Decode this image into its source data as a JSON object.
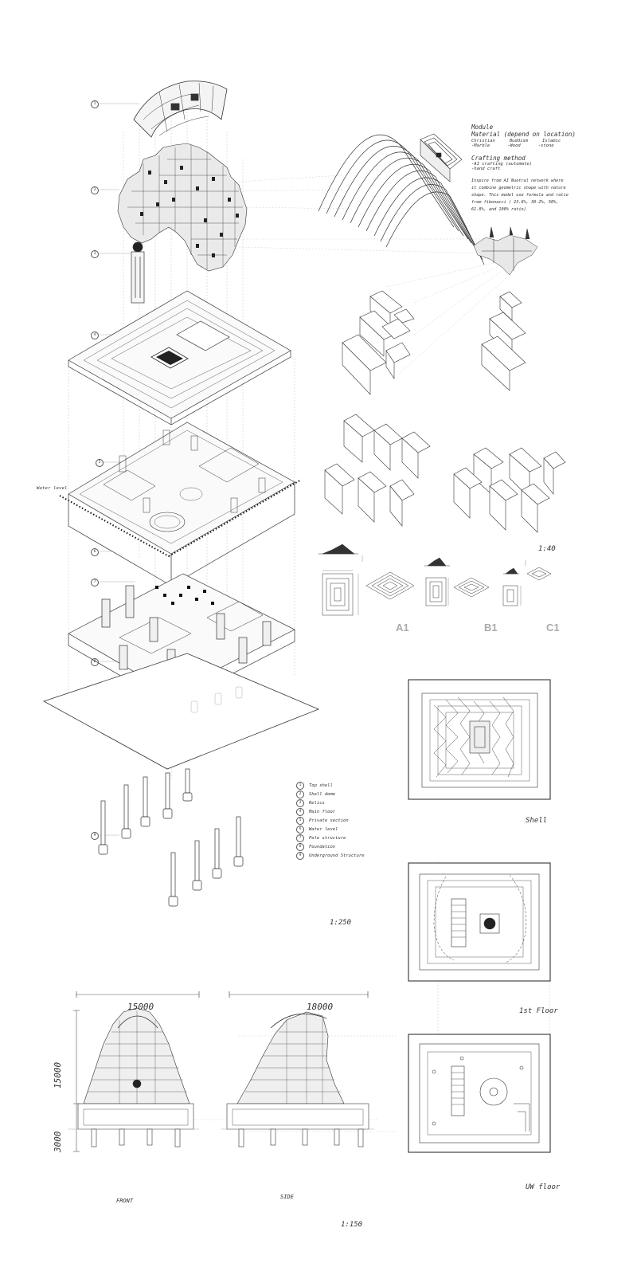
{
  "module": {
    "title": "Module",
    "material_heading": "Material (depend on location)",
    "religions": [
      "Christian",
      "Buddism",
      "Islamic"
    ],
    "materials": [
      "-Marble",
      "-Wood",
      "-stone"
    ],
    "crafting_heading": "Crafting method",
    "crafting_items": [
      "-AI crafting (automate)",
      "-hand craft"
    ],
    "note_lines": [
      "Inspire from AI Nuetral network where",
      "it combine geometric shape with nature",
      "shape. This model use formula and ratio",
      "from fibonacci ( 23.6%, 38.2%, 50%,",
      "61.8%, and 100% ratio)"
    ]
  },
  "labels": {
    "water_level": "Water level",
    "scale_module": "1:40",
    "scale_axo": "1:250",
    "scale_elev": "1:150"
  },
  "modules": [
    "A1",
    "B1",
    "C1"
  ],
  "legend": [
    {
      "n": "1",
      "text": "Top shell"
    },
    {
      "n": "2",
      "text": "Shell dome"
    },
    {
      "n": "3",
      "text": "Relics"
    },
    {
      "n": "4",
      "text": "Main floor"
    },
    {
      "n": "5",
      "text": "Private section"
    },
    {
      "n": "6",
      "text": "Water level"
    },
    {
      "n": "7",
      "text": "Pole structure"
    },
    {
      "n": "8",
      "text": "Foundation"
    },
    {
      "n": "9",
      "text": "Underground Structure"
    }
  ],
  "plans": [
    {
      "title": "Shell"
    },
    {
      "title": "1st Floor"
    },
    {
      "title": "UW floor"
    }
  ],
  "elevations": {
    "front_width": "15000",
    "side_width": "18000",
    "height_upper": "15000",
    "height_lower": "3000",
    "front_label": "FRONT",
    "side_label": "SIDE"
  }
}
